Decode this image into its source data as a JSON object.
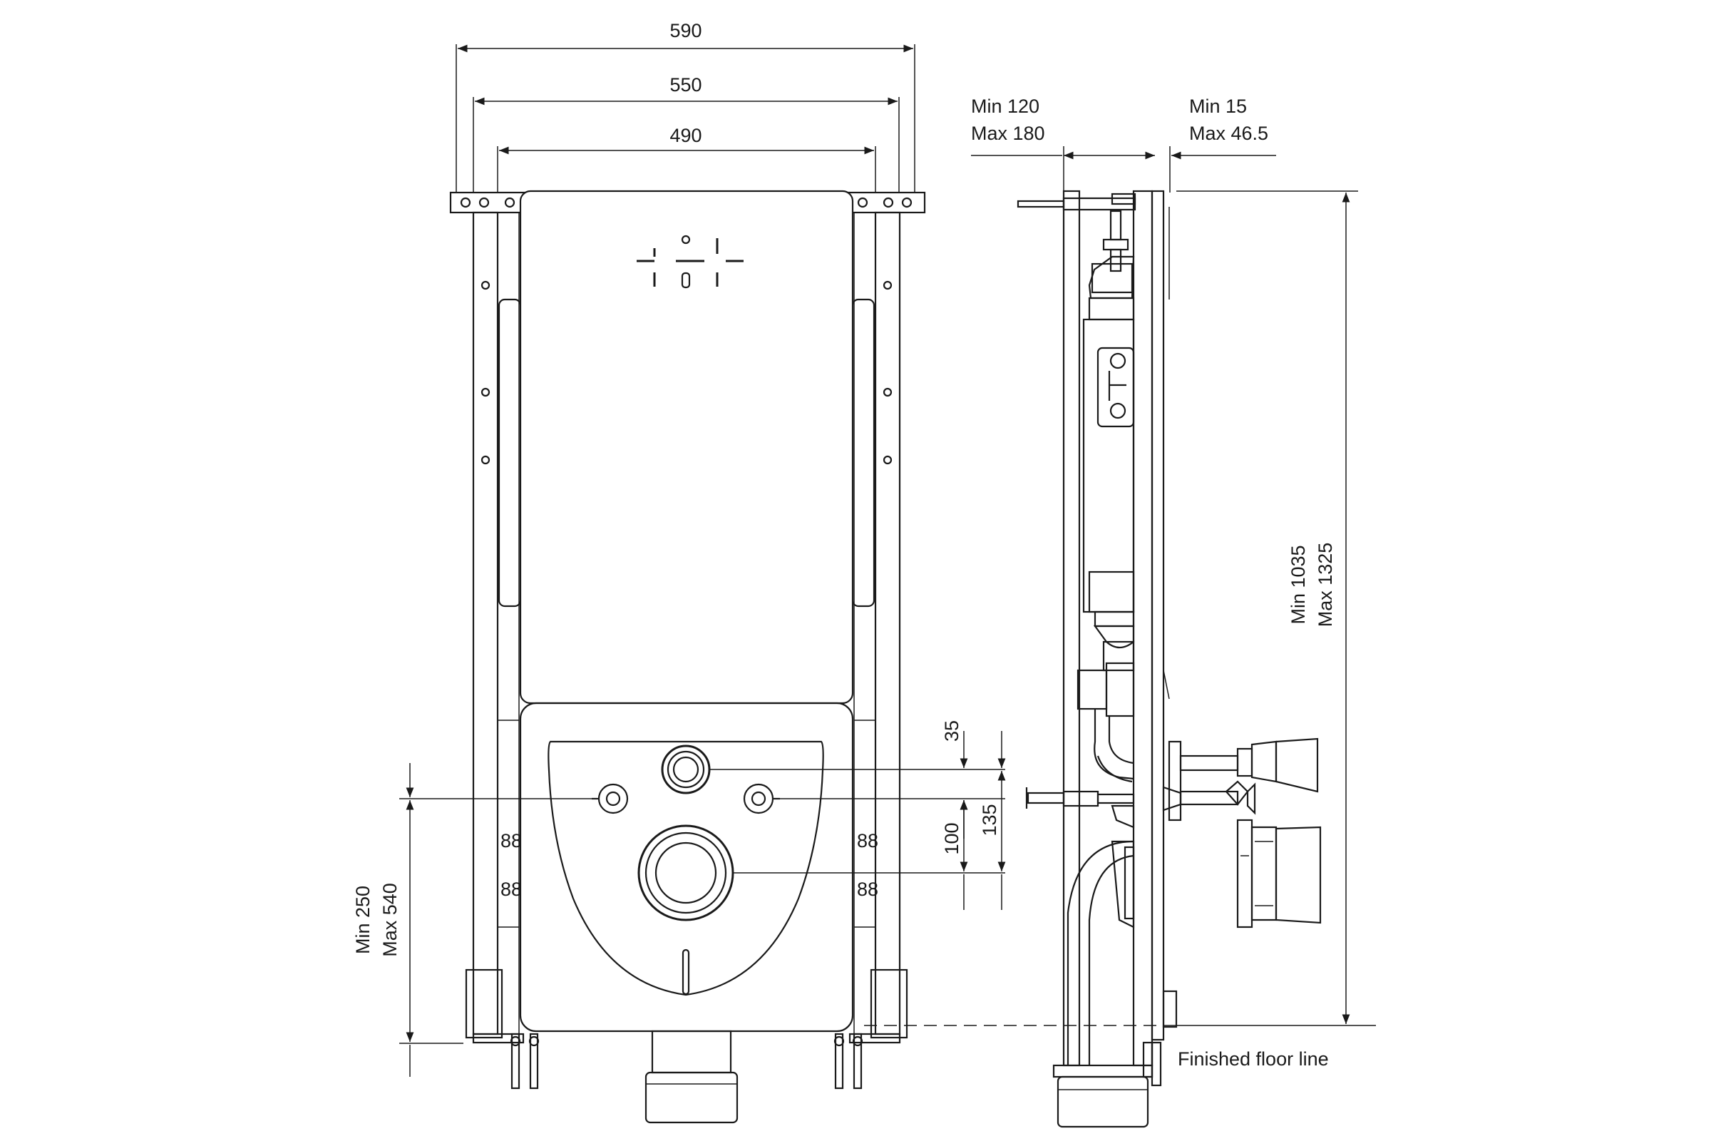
{
  "front_view": {
    "width_outer": "590",
    "width_middle": "550",
    "width_inner": "490",
    "dim_35": "35",
    "dim_100": "100",
    "dim_135": "135",
    "height_min": "Min  250",
    "height_max": "Max 540",
    "marker_label": "88"
  },
  "side_view": {
    "depth_min": "Min  120",
    "depth_max": "Max 180",
    "offset_min": "Min  15",
    "offset_max": "Max 46.5",
    "height_min": "Min  1035",
    "height_max": "Max 1325",
    "floor_line_label": "Finished floor line"
  }
}
